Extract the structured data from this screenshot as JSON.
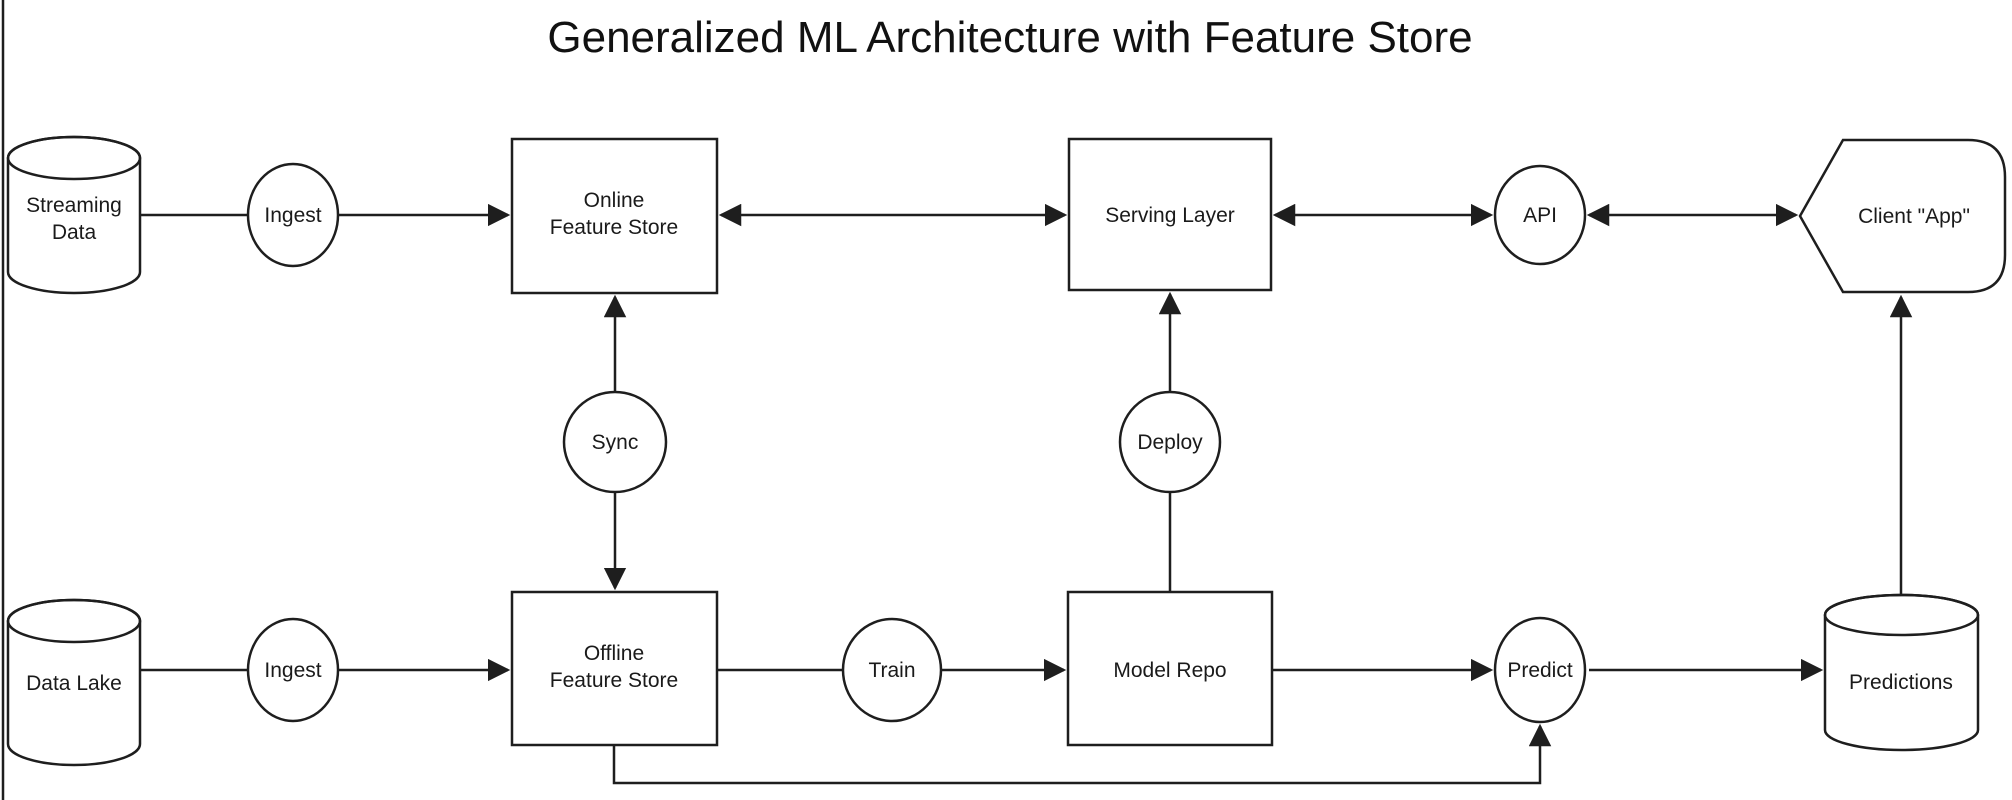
{
  "title": "Generalized ML Architecture with Feature Store",
  "colors": {
    "feature_store_fill": "#abd1ea",
    "node_fill": "#ffffff",
    "stroke": "#1e1e1e"
  },
  "nodes": {
    "streaming_data": {
      "shape": "cylinder",
      "line1": "Streaming",
      "line2": "Data"
    },
    "ingest_top": {
      "shape": "circle",
      "label": "Ingest"
    },
    "online_feature_store": {
      "shape": "rect",
      "line1": "Online",
      "line2": "Feature Store"
    },
    "serving_layer": {
      "shape": "rect",
      "label": "Serving Layer"
    },
    "api": {
      "shape": "circle",
      "label": "API"
    },
    "client_app": {
      "shape": "hexagon",
      "label": "Client \"App\""
    },
    "sync": {
      "shape": "circle",
      "label": "Sync"
    },
    "deploy": {
      "shape": "circle",
      "label": "Deploy"
    },
    "data_lake": {
      "shape": "cylinder",
      "label": "Data Lake"
    },
    "ingest_bottom": {
      "shape": "circle",
      "label": "Ingest"
    },
    "offline_feature_store": {
      "shape": "rect",
      "line1": "Offline",
      "line2": "Feature Store"
    },
    "train": {
      "shape": "circle",
      "label": "Train"
    },
    "model_repo": {
      "shape": "rect",
      "label": "Model Repo"
    },
    "predict": {
      "shape": "circle",
      "label": "Predict"
    },
    "predictions": {
      "shape": "cylinder",
      "label": "Predictions"
    }
  },
  "edges": [
    {
      "from": "streaming_data",
      "to": "ingest_top",
      "style": "line"
    },
    {
      "from": "ingest_top",
      "to": "online_feature_store",
      "style": "arrow"
    },
    {
      "from": "online_feature_store",
      "to": "serving_layer",
      "style": "double-arrow"
    },
    {
      "from": "serving_layer",
      "to": "api",
      "style": "double-arrow"
    },
    {
      "from": "api",
      "to": "client_app",
      "style": "double-arrow"
    },
    {
      "from": "sync",
      "to": "online_feature_store",
      "style": "arrow"
    },
    {
      "from": "sync",
      "to": "offline_feature_store",
      "style": "arrow"
    },
    {
      "from": "model_repo",
      "to": "deploy",
      "style": "line"
    },
    {
      "from": "deploy",
      "to": "serving_layer",
      "style": "arrow"
    },
    {
      "from": "data_lake",
      "to": "ingest_bottom",
      "style": "line"
    },
    {
      "from": "ingest_bottom",
      "to": "offline_feature_store",
      "style": "arrow"
    },
    {
      "from": "offline_feature_store",
      "to": "train",
      "style": "line"
    },
    {
      "from": "train",
      "to": "model_repo",
      "style": "arrow"
    },
    {
      "from": "model_repo",
      "to": "predict",
      "style": "arrow"
    },
    {
      "from": "offline_feature_store",
      "to": "predict",
      "style": "elbow-arrow"
    },
    {
      "from": "predict",
      "to": "predictions",
      "style": "arrow"
    },
    {
      "from": "predictions",
      "to": "client_app",
      "style": "arrow"
    }
  ]
}
